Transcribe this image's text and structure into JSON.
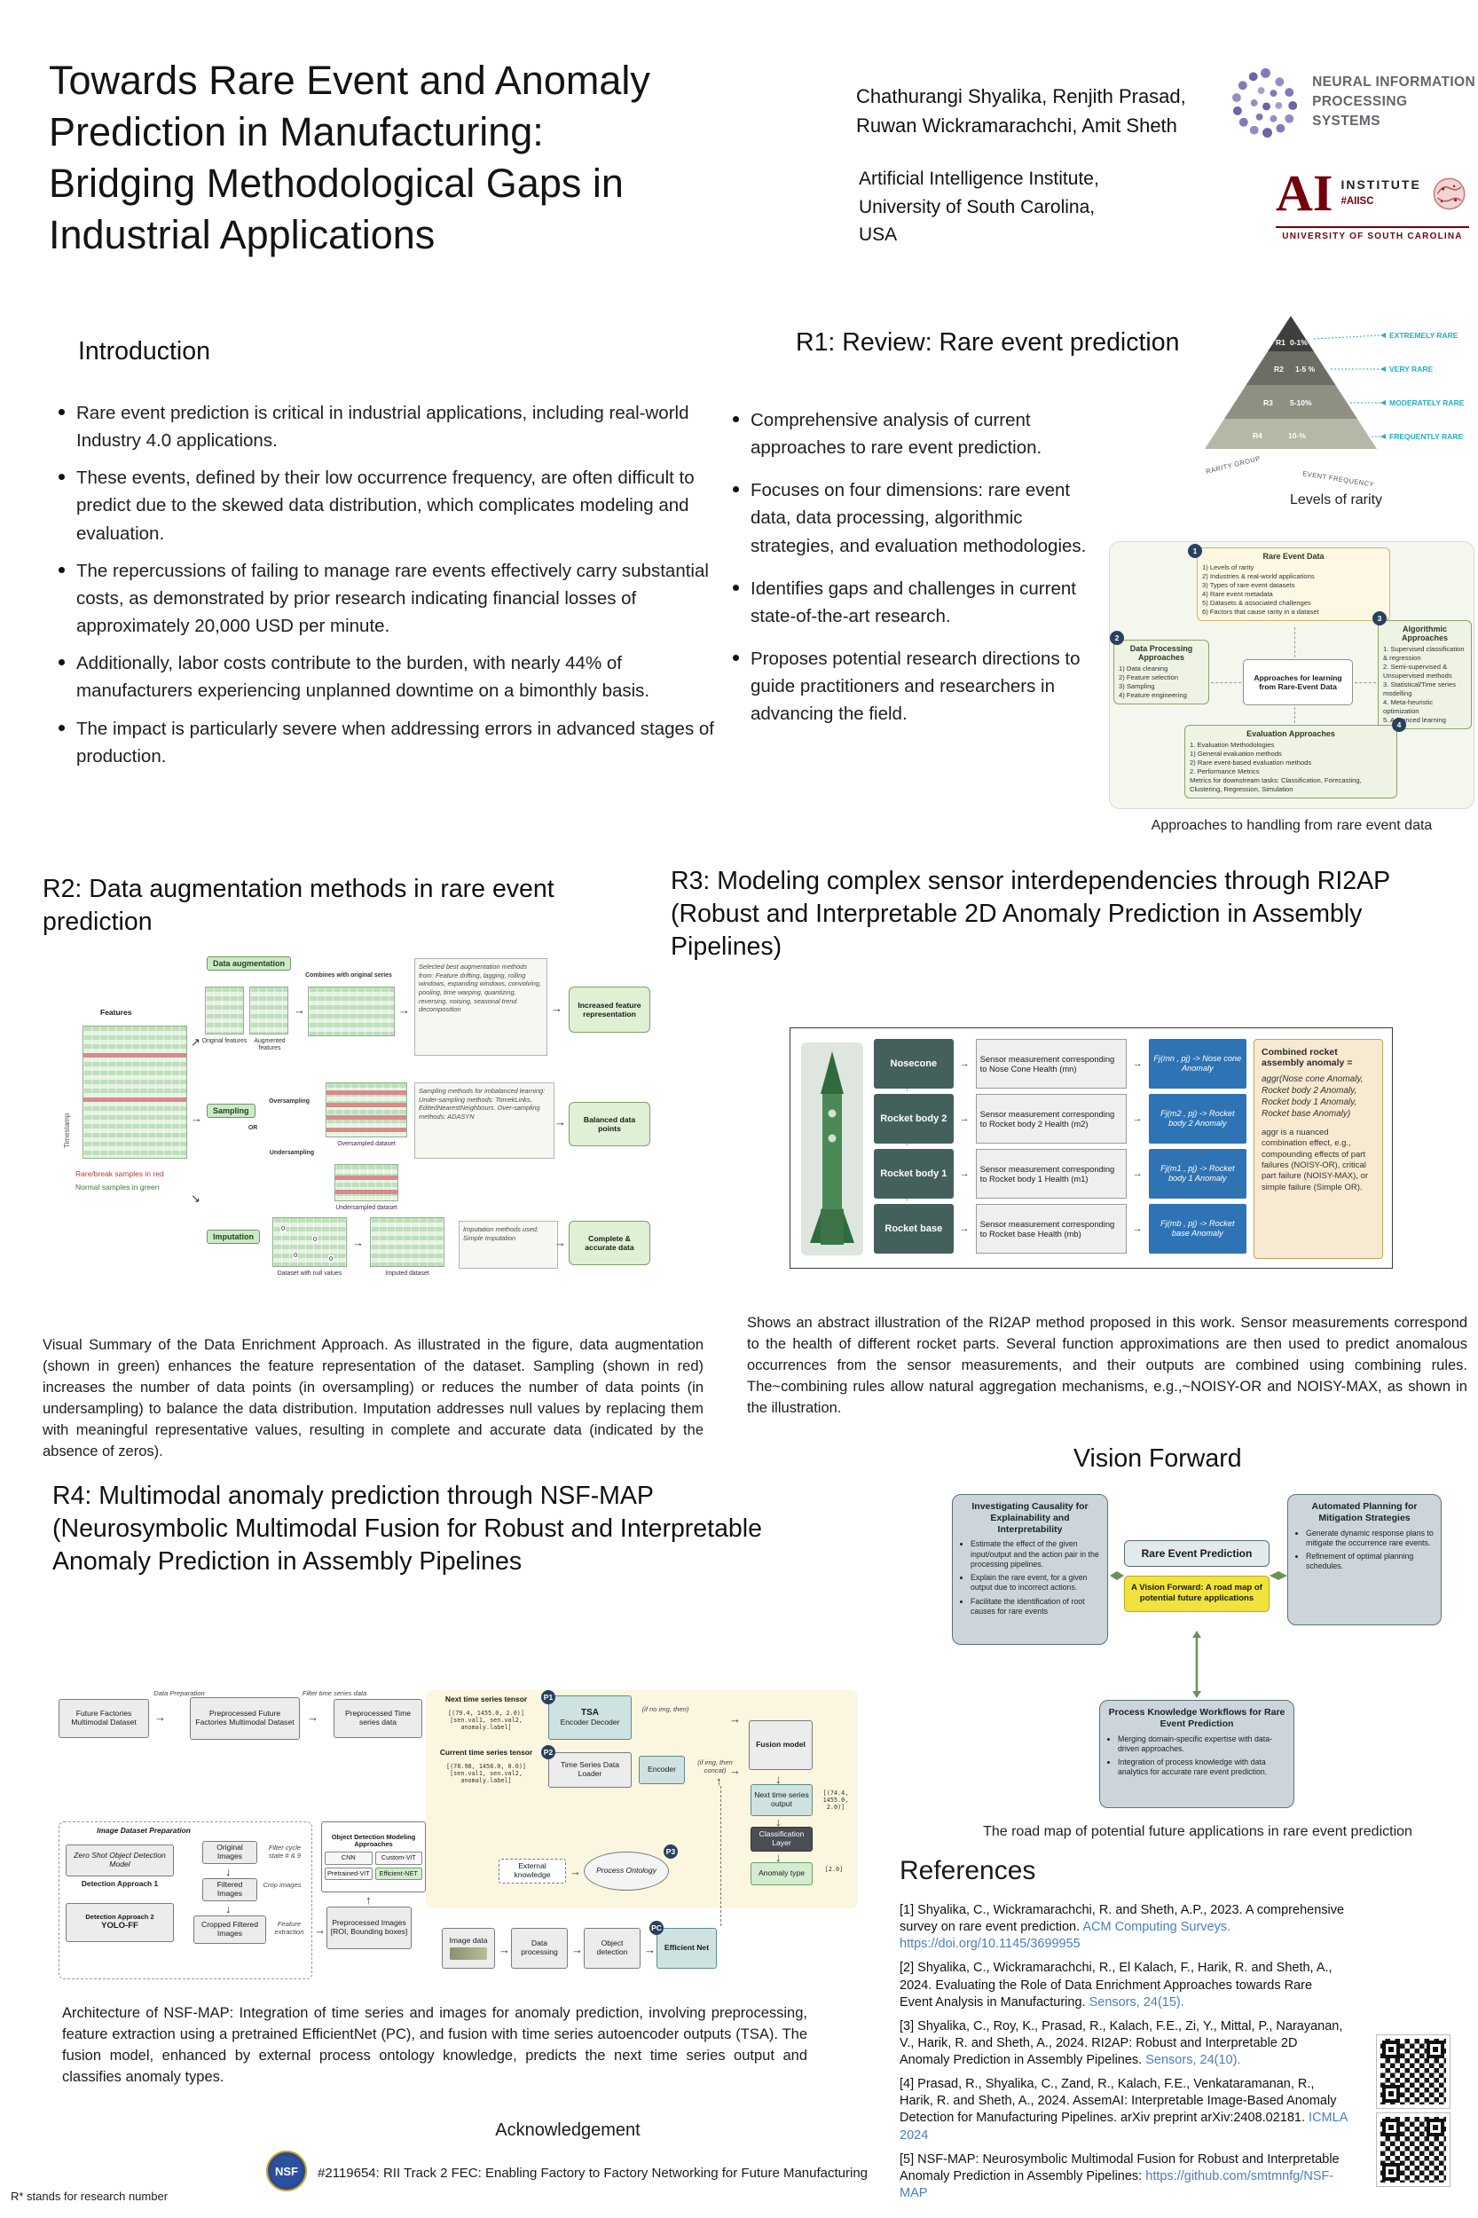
{
  "icons": {
    "arrow_right": "→",
    "arrow_up": "↑",
    "arrow_down": "↓",
    "arrow_up_right": "↗",
    "arrow_down_right": "↘"
  },
  "header": {
    "title_lines": [
      "Towards Rare Event and Anomaly",
      "Prediction in Manufacturing:",
      "Bridging Methodological Gaps in",
      "Industrial Applications"
    ],
    "authors_lines": [
      "Chathurangi Shyalika, Renjith Prasad,",
      "Ruwan Wickramarachchi, Amit Sheth"
    ],
    "affiliation_lines": [
      "Artificial Intelligence Institute,",
      "University of South Carolina,",
      "USA"
    ],
    "neurips": {
      "line1": "NEURAL INFORMATION",
      "line2": "PROCESSING SYSTEMS"
    },
    "aiisc": {
      "ai": "AI",
      "institute": "INSTITUTE",
      "tag": "#AIISC",
      "university": "UNIVERSITY OF SOUTH CAROLINA"
    }
  },
  "intro": {
    "heading": "Introduction",
    "bullets": [
      "Rare event prediction is critical in industrial applications, including real-world Industry 4.0 applications.",
      "These events, defined by their low occurrence frequency, are often difficult to predict due to the skewed data distribution, which complicates modeling and evaluation.",
      "The repercussions of failing to manage rare events effectively carry substantial costs, as demonstrated by prior research indicating financial losses of approximately 20,000 USD per minute.",
      "Additionally, labor costs contribute to the burden, with nearly 44% of manufacturers experiencing unplanned downtime on a bimonthly basis.",
      "The impact is particularly severe when addressing errors in advanced stages of production."
    ]
  },
  "r1": {
    "heading": "R1: Review: Rare event prediction",
    "bullets": [
      "Comprehensive analysis of current approaches to rare event prediction.",
      "Focuses on four dimensions: rare event data, data processing, algorithmic strategies, and evaluation methodologies.",
      "Identifies gaps and challenges in current state-of-the-art research.",
      "Proposes potential research directions to guide practitioners and researchers in advancing the field."
    ],
    "pyramid": {
      "caption": "Levels of rarity",
      "levels": [
        {
          "group": "R1",
          "freq": "0-1%",
          "label": "EXTREMELY RARE"
        },
        {
          "group": "R2",
          "freq": "1-5 %",
          "label": "VERY RARE"
        },
        {
          "group": "R3",
          "freq": "5-10%",
          "label": "MODERATELY RARE"
        },
        {
          "group": "R4",
          "freq": "10-%",
          "label": "FREQUENTLY RARE"
        }
      ],
      "y_axis": "RARITY GROUP",
      "x_axis": "EVENT FREQUENCY"
    },
    "diagram": {
      "caption": "Approaches to handling from rare event data",
      "badges": [
        "1",
        "2",
        "3",
        "4"
      ],
      "rare_event_data": {
        "title": "Rare Event Data",
        "items": [
          "1) Levels of rarity",
          "2) Industries & real-world applications",
          "3) Types of rare event datasets",
          "4) Rare event metadata",
          "5) Datasets & associated challenges",
          "6) Factors that cause rarity in a dataset"
        ]
      },
      "data_processing": {
        "title": "Data Processing Approaches",
        "items": [
          "1) Data cleaning",
          "2) Feature selection",
          "3) Sampling",
          "4) Feature engineering"
        ]
      },
      "algorithmic": {
        "title": "Algorithmic Approaches",
        "items": [
          "1. Supervised classification & regression",
          "2. Semi-supervised & Unsupervised methods",
          "3. Statistical/Time series modelling",
          "4. Meta-heuristic optimization",
          "5. Advanced learning"
        ]
      },
      "center": "Approaches for learning from Rare-Event Data",
      "evaluation": {
        "title": "Evaluation Approaches",
        "items": [
          "1. Evaluation Methodologies",
          "1) General evaluation methods",
          "2) Rare event-based evaluation methods",
          "2. Performance Metrics",
          "Metrics for downstream tasks: Classification, Forecasting, Clustering, Regression, Simulation"
        ]
      }
    }
  },
  "r2": {
    "heading": "R2: Data augmentation methods in rare event prediction",
    "caption": "Visual Summary of the Data Enrichment Approach. As illustrated in the figure, data augmentation (shown in green) enhances the feature representation of the dataset. Sampling (shown in red) increases the number of data points (in oversampling) or reduces the number of data points (in undersampling) to balance the data distribution. Imputation addresses null values by replacing them with meaningful representative values, resulting in complete and accurate data (indicated by the absence of zeros).",
    "figure": {
      "data_augmentation_label": "Data augmentation",
      "combines_label": "Combines with original series",
      "original_features": "Original features",
      "augmented_features": "Augmented features",
      "aug_methods": "Selected best augmentation methods from: Feature drifting, lagging, rolling windows, expanding windows, convolving, pooling, time warping, quantizing, reversing, noising, seasonal trend decomposition",
      "increased": "Increased feature representation",
      "features_label": "Features",
      "timestamp_label": "Timestamp",
      "rare_note": "Rare/break samples in red",
      "normal_note": "Normal samples in green",
      "sampling_label": "Sampling",
      "or_label": "OR",
      "oversampling": "Oversampling",
      "undersampling": "Undersampling",
      "sampling_methods": "Sampling methods for imbalanced learning: Under-sampling methods: TomekLinks, EditedNearestNeighbours. Over-sampling methods: ADASYN",
      "oversampled": "Oversampled dataset",
      "undersampled": "Undersampled dataset",
      "balanced": "Balanced data points",
      "imputation_label": "Imputation",
      "imputation_methods": "Imputation methods used: Simple Imputation",
      "null_dataset": "Dataset with null values",
      "imputed_dataset": "Imputed dataset",
      "complete": "Complete & accurate data",
      "zero": "0"
    }
  },
  "r3": {
    "heading": "R3: Modeling complex sensor interdependencies through RI2AP (Robust and Interpretable 2D Anomaly Prediction in Assembly Pipelines)",
    "caption": "Shows an abstract illustration of the RI2AP method proposed in this work. Sensor measurements correspond to the health of different rocket parts. Several function approximations are then used to predict anomalous occurrences from the sensor measurements, and their outputs are combined using combining rules. The~combining rules allow natural aggregation mechanisms, e.g.,~NOISY-OR and NOISY-MAX, as shown in the illustration.",
    "figure": {
      "rows": [
        {
          "part": "Nosecone",
          "sensor": "Sensor measurement corresponding to Nose Cone Health (mn)",
          "func": "Fj(mn , pj) -> Nose cone Anomaly"
        },
        {
          "part": "Rocket body 2",
          "sensor": "Sensor measurement corresponding to Rocket body 2 Health (m2)",
          "func": "Fj(m2 , pj) -> Rocket body 2 Anomaly"
        },
        {
          "part": "Rocket body 1",
          "sensor": "Sensor measurement corresponding to Rocket body 1 Health (m1)",
          "func": "Fj(m1 , pj) -> Rocket body 1 Anomaly"
        },
        {
          "part": "Rocket base",
          "sensor": "Sensor measurement corresponding to Rocket base Health (mb)",
          "func": "Fj(mb , pj) -> Rocket base Anomaly"
        }
      ],
      "combined_title": "Combined rocket assembly anomaly =",
      "combined_body": "aggr(Nose cone Anomaly, Rocket body 2 Anomaly, Rocket body 1 Anomaly, Rocket base Anomaly)",
      "aggr_note": "aggr is a nuanced combination effect, e.g., compounding effects of part failures (NOISY-OR), critical part failure (NOISY-MAX), or simple failure (Simple OR)."
    }
  },
  "r4": {
    "heading": "R4: Multimodal anomaly prediction through NSF-MAP (Neurosymbolic Multimodal Fusion for Robust and Interpretable Anomaly Prediction in Assembly Pipelines",
    "caption": "Architecture of NSF-MAP: Integration of time series and images for anomaly prediction, involving preprocessing, feature extraction using a pretrained EfficientNet (PC), and fusion with time series autoencoder outputs (TSA). The fusion model, enhanced by external process ontology knowledge, predicts the next time series output and classifies anomaly types.",
    "figure": {
      "ff_dataset": "Future Factories Multimodal Dataset",
      "data_preparation": "Data Preparation",
      "preprocessed_dataset": "Preprocessed Future Factories Multimodal Dataset",
      "filter_ts": "Filter time series data",
      "preprocessed_ts": "Preprocessed Time series data",
      "next_ts_tensor": "Next time series tensor",
      "tensor1": "[(79.4, 1455.0, 2.0)]  [sen.val1, sen.val2, anomaly.label]",
      "current_ts_tensor": "Current time series tensor",
      "tensor2": "[(78.98, 1458.0, 0.0)]  [sen.val1, sen.val2, anomaly.label]",
      "ts_data_loader": "Time Series Data Loader",
      "tsa": "TSA",
      "encoder_decoder": "Encoder Decoder",
      "encoder": "Encoder",
      "if_no_img": "(if no img, then)",
      "if_img": "(if img, then concat)",
      "fusion_model": "Fusion model",
      "next_ts_output": "Next time series output",
      "out_tensor": "[(74.4, 1455.0, 2.0)]",
      "classification_layer": "Classification Layer",
      "anomaly_type": "Anomaly type",
      "out_class": "[2.0]",
      "image_dataset_prep": "Image Dataset Preparation",
      "zero_shot": "Zero Shot Object Detection Model",
      "detection1": "Detection Approach 1",
      "detection2": "Detection Approach 2",
      "yolo": "YOLO-FF",
      "original_images": "Original Images",
      "filter_cycle": "Filter cycle state # & 9",
      "filtered_images": "Filtered Images",
      "crop": "Crop images",
      "cropped_images": "Cropped Filtered Images",
      "feature_extraction": "Feature extraction",
      "preprocessed_images": "Preprocessed Images [ROI, Bounding boxes]",
      "modeling_approaches": "Object Detection Modeling Approaches",
      "cnn": "CNN",
      "custom_vit": "Custom-ViT",
      "pretrained_vit": "Pretrained-ViT",
      "efficient_net_item": "Efficient-NET",
      "image_data": "Image data",
      "data_processing": "Data processing",
      "object_detection": "Object detection",
      "efficient_net": "Efficient Net",
      "pc": "PC",
      "p1": "P1",
      "p2": "P2",
      "p3": "P3",
      "external_knowledge": "External knowledge",
      "process_ontology": "Process Ontology"
    }
  },
  "vision": {
    "heading": "Vision Forward",
    "caption": "The road map of potential future applications in rare event prediction",
    "center_title": "Rare Event Prediction",
    "center_sub": "A Vision Forward: A road map of potential future applications",
    "left": {
      "title": "Investigating Causality for Explainability and Interpretability",
      "bullets": [
        "Estimate the effect of the given input/output and the action pair in the processing pipelines.",
        "Explain the rare event, for a given output due to incorrect actions.",
        "Facilitate the identification of root causes for rare events"
      ]
    },
    "right": {
      "title": "Automated Planning for Mitigation Strategies",
      "bullets": [
        "Generate dynamic response plans to mitigate the occurrence rare events.",
        "Refinement of optimal planning schedules."
      ]
    },
    "bottom": {
      "title": "Process Knowledge Workflows for Rare Event Prediction",
      "bullets": [
        "Merging domain-specific expertise with data-driven approaches.",
        "Integration of process knowledge with data analytics for accurate rare event prediction."
      ]
    }
  },
  "references": {
    "heading": "References",
    "items": [
      {
        "pre": "[1] Shyalika, C., Wickramarachchi, R. and Sheth, A.P., 2023. A comprehensive survey on rare event prediction. ",
        "link": "ACM Computing Surveys. https://doi.org/10.1145/3699955"
      },
      {
        "pre": "[2] Shyalika, C., Wickramarachchi, R., El Kalach, F., Harik, R. and Sheth, A., 2024. Evaluating the Role of Data Enrichment Approaches towards Rare Event Analysis in Manufacturing. ",
        "link": "Sensors, 24(15)."
      },
      {
        "pre": "[3] Shyalika, C., Roy, K., Prasad, R., Kalach, F.E., Zi, Y., Mittal, P., Narayanan, V., Harik, R. and Sheth, A., 2024. RI2AP: Robust and Interpretable 2D Anomaly Prediction in Assembly Pipelines. ",
        "link": "Sensors, 24(10)."
      },
      {
        "pre": "[4] Prasad, R., Shyalika, C., Zand, R., Kalach, F.E., Venkataramanan, R., Harik, R. and Sheth, A., 2024. AssemAI: Interpretable Image-Based Anomaly Detection for Manufacturing Pipelines. arXiv preprint arXiv:2408.02181. ",
        "link": "ICMLA 2024"
      },
      {
        "pre": "[5] NSF-MAP: Neurosymbolic Multimodal Fusion for Robust and Interpretable Anomaly Prediction in Assembly Pipelines: ",
        "link": "https://github.com/smtmnfg/NSF-MAP"
      }
    ]
  },
  "ack": {
    "heading": "Acknowledgement",
    "nsf": "NSF",
    "text": "#2119654: RII Track 2 FEC: Enabling Factory to Factory Networking for Future Manufacturing"
  },
  "footer_note": "R* stands for research number"
}
